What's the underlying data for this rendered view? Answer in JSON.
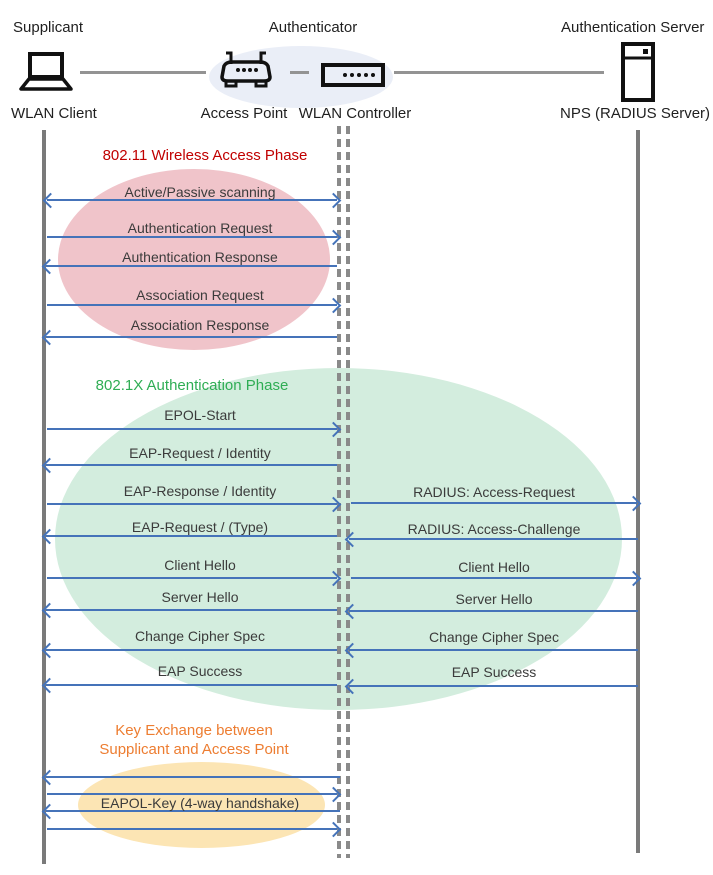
{
  "colors": {
    "arrow": "#4573B9",
    "lifeline": "#7A7A7A",
    "phase_wireless_title": "#C00000",
    "phase_auth_title": "#2FAD54",
    "phase_key_title": "#ED7D31",
    "ellipse_wireless": "#F0C4CA",
    "ellipse_auth": "#D3EDDE",
    "ellipse_key": "#FCE5B4",
    "ellipse_authenticator": "#EAEEF7"
  },
  "header": {
    "roles": {
      "supplicant": "Supplicant",
      "authenticator": "Authenticator",
      "auth_server": "Authentication Server"
    },
    "devices": {
      "wlan_client": "WLAN Client",
      "access_point": "Access Point",
      "wlan_controller": "WLAN Controller",
      "nps": "NPS (RADIUS Server)"
    },
    "icons": {
      "wlan_client": "laptop-icon",
      "access_point": "access-point-icon",
      "wlan_controller": "wlan-controller-icon",
      "auth_server": "server-icon"
    }
  },
  "phases": {
    "wireless": {
      "title": "802.11 Wireless Access Phase"
    },
    "auth": {
      "title": "802.1X Authentication Phase"
    },
    "key": {
      "title_line1": "Key Exchange between",
      "title_line2": "Supplicant and Access Point"
    }
  },
  "messages": {
    "scanning": "Active/Passive scanning",
    "authentication_request": "Authentication Request",
    "authentication_response": "Authentication Response",
    "association_request": "Association Request",
    "association_response": "Association Response",
    "epol_start": "EPOL-Start",
    "eap_request_identity": "EAP-Request / Identity",
    "eap_response_identity": "EAP-Response / Identity",
    "radius_access_request": "RADIUS: Access-Request",
    "eap_request_type": "EAP-Request / (Type)",
    "radius_access_challenge": "RADIUS: Access-Challenge",
    "client_hello_left": "Client Hello",
    "client_hello_right": "Client Hello",
    "server_hello_left": "Server Hello",
    "server_hello_right": "Server Hello",
    "change_cipher_left": "Change Cipher Spec",
    "change_cipher_right": "Change Cipher Spec",
    "eap_success_left": "EAP Success",
    "eap_success_right": "EAP Success",
    "eapol_key": "EAPOL-Key (4-way handshake)"
  }
}
